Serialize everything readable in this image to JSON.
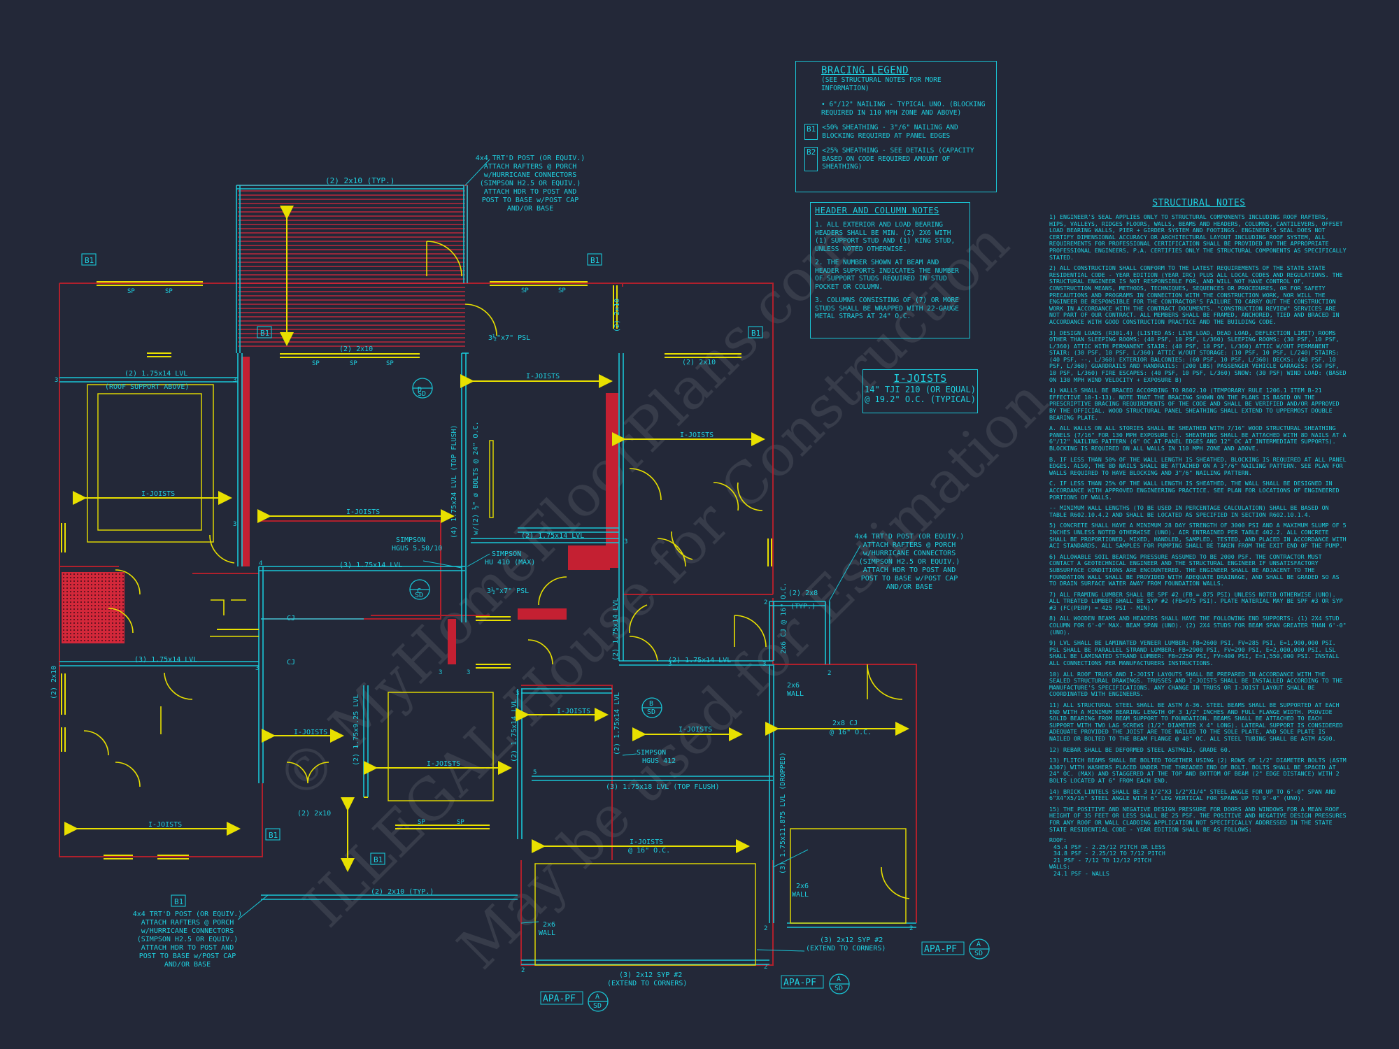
{
  "colors": {
    "background": "#232838",
    "structural": "#19c6d6",
    "dimension": "#e8e000",
    "wall": "#b0202c",
    "hatch": "#d3283a",
    "watermark": "#ffffff"
  },
  "watermark": {
    "line1": "© MyHomeFloorPlans.com",
    "line2": "ILLEGAL House for Construction",
    "line3": "May be used for Estimation"
  },
  "bracing_legend": {
    "title": "BRACING LEGEND",
    "subtitle": "(SEE STRUCTURAL NOTES FOR MORE INFORMATION)",
    "item1": "• 6\"/12\" NAILING - TYPICAL UNO. (BLOCKING REQUIRED IN 110 MPH ZONE AND ABOVE)",
    "item2_tag": "B1",
    "item2": "<50% SHEATHING - 3\"/6\" NAILING AND BLOCKING REQUIRED AT PANEL EDGES",
    "item3_tag": "B2",
    "item3": "<25% SHEATHING - SEE DETAILS (CAPACITY BASED ON CODE REQUIRED AMOUNT OF SHEATHING)"
  },
  "header_notes": {
    "title": "HEADER AND COLUMN NOTES",
    "n1": "1. ALL EXTERIOR AND LOAD BEARING HEADERS SHALL BE MIN. (2) 2x6 WITH (1) SUPPORT STUD AND (1) KING STUD, UNLESS NOTED OTHERWISE.",
    "n2": "2. THE NUMBER SHOWN AT BEAM AND HEADER SUPPORTS INDICATES THE NUMBER OF SUPPORT STUDS REQUIRED IN STUD POCKET OR COLUMN.",
    "n3": "3. COLUMNS CONSISTING OF (7) OR MORE STUDS SHALL BE WRAPPED WITH 22-GAUGE METAL STRAPS AT 24\" O.C."
  },
  "ijoists_box": {
    "title": "I-JOISTS",
    "line1": "14\" TJI 210 (OR EQUAL)",
    "line2": "@ 19.2\" O.C. (TYPICAL)"
  },
  "structural_notes": {
    "title": "STRUCTURAL NOTES",
    "paragraphs": [
      "1) ENGINEER'S SEAL APPLIES ONLY TO STRUCTURAL COMPONENTS INCLUDING ROOF RAFTERS, HIPS, VALLEYS, RIDGES FLOORS, WALLS, BEAMS AND HEADERS, COLUMNS, CANTILEVERS, OFFSET LOAD BEARING WALLS, PIER + GIRDER SYSTEM AND FOOTINGS. ENGINEER'S SEAL DOES NOT CERTIFY DIMENSIONAL ACCURACY OR ARCHITECTURAL LAYOUT INCLUDING ROOF SYSTEM, ALL REQUIREMENTS FOR PROFESSIONAL CERTIFICATION SHALL BE PROVIDED BY THE APPROPRIATE PROFESSIONAL ENGINEERS, P.A. CERTIFIES ONLY THE STRUCTURAL COMPONENTS AS SPECIFICALLY STATED.",
      "2) ALL CONSTRUCTION SHALL CONFORM TO THE LATEST REQUIREMENTS OF THE STATE STATE RESIDENTIAL CODE - YEAR EDITION (YEAR IRC) PLUS ALL LOCAL CODES AND REGULATIONS. THE STRUCTURAL ENGINEER IS NOT RESPONSIBLE FOR, AND WILL NOT HAVE CONTROL OF, CONSTRUCTION MEANS, METHODS, TECHNIQUES, SEQUENCES OR PROCEDURES, OR FOR SAFETY PRECAUTIONS AND PROGRAMS IN CONNECTION WITH THE CONSTRUCTION WORK, NOR WILL THE ENGINEER BE RESPONSIBLE FOR THE CONTRACTOR'S FAILURE TO CARRY OUT THE CONSTRUCTION WORK IN ACCORDANCE WITH THE CONTRACT DOCUMENTS. \"CONSTRUCTION REVIEW\" SERVICES ARE NOT PART OF OUR CONTRACT. ALL MEMBERS SHALL BE FRAMED, ANCHORED, TIED AND BRACED IN ACCORDANCE WITH GOOD CONSTRUCTION PRACTICE AND THE BUILDING CODE.",
      "3) DESIGN LOADS (R301.4) (LISTED AS: LIVE LOAD, DEAD LOAD, DEFLECTION LIMIT) ROOMS OTHER THAN SLEEPING ROOMS: (40 PSF, 10 PSF, L/360) SLEEPING ROOMS: (30 PSF, 10 PSF, L/360) ATTIC WITH PERMANENT STAIR: (40 PSF, 10 PSF, L/360) ATTIC W/OUT PERMANENT STAIR: (30 PSF, 10 PSF, L/360) ATTIC W/OUT STORAGE: (10 PSF, 10 PSF, L/240) STAIRS: (40 PSF, --, L/360) EXTERIOR BALCONIES: (60 PSF, 10 PSF, L/360) DECKS: (40 PSF, 10 PSF, L/360) GUARDRAILS AND HANDRAILS: (200 LBS) PASSENGER VEHICLE GARAGES: (50 PSF, 10 PSF, L/360) FIRE ESCAPES: (40 PSF, 10 PSF, L/360) SNOW: (30 PSF) WIND LOAD: (BASED ON 130 MPH WIND VELOCITY + EXPOSURE B)",
      "4) WALLS SHALL BE BRACED ACCORDING TO R602.10 (TEMPORARY RULE 1206.1 ITEM B-21 EFFECTIVE 10-1-13). NOTE THAT THE BRACING SHOWN ON THE PLANS IS BASED ON THE PRESCRIPTIVE BRACING REQUIREMENTS OF THE CODE AND SHALL BE VERIFIED AND/OR APPROVED BY THE OFFICIAL. WOOD STRUCTURAL PANEL SHEATHING SHALL EXTEND TO UPPERMOST DOUBLE BEARING PLATE.",
      "a. ALL WALLS ON ALL STORIES SHALL BE SHEATHED WITH 7/16\" WOOD STRUCTURAL SHEATHING PANELS (7/16\" FOR 130 MPH EXPOSURE C). SHEATHING SHALL BE ATTACHED WITH 8d NAILS AT A 6\"/12\" NAILING PATTERN (6\" OC AT PANEL EDGES AND 12\" OC AT INTERMEDIATE SUPPORTS). BLOCKING IS REQUIRED ON ALL WALLS IN 110 MPH ZONE AND ABOVE.",
      "b. IF LESS THAN 50% OF THE WALL LENGTH IS SHEATHED, BLOCKING IS REQUIRED AT ALL PANEL EDGES. ALSO, THE 8d NAILS SHALL BE ATTACHED ON A 3\"/6\" NAILING PATTERN. SEE PLAN FOR WALLS REQUIRED TO HAVE BLOCKING AND 3\"/6\" NAILING PATTERN.",
      "c. IF LESS THAN 25% OF THE WALL LENGTH IS SHEATHED, THE WALL SHALL BE DESIGNED IN ACCORDANCE WITH APPROVED ENGINEERING PRACTICE. SEE PLAN FOR LOCATIONS OF ENGINEERED PORTIONS OF WALLS.",
      "-- MINIMUM WALL LENGTHS (TO BE USED IN PERCENTAGE CALCULATION) SHALL BE BASED ON TABLE R602.10.4.2 AND SHALL BE LOCATED AS SPECIFIED IN SECTION R602.10.1.4.",
      "5) CONCRETE SHALL HAVE A MINIMUM 28 DAY STRENGTH OF 3000 PSI AND A MAXIMUM SLUMP OF 5 INCHES UNLESS NOTED OTHERWISE (UNO). AIR ENTRAINED PER TABLE 402.2. ALL CONCRETE SHALL BE PROPORTIONED, MIXED, HANDLED, SAMPLED, TESTED, AND PLACED IN ACCORDANCE WITH ACI STANDARDS. ALL SAMPLES FOR PUMPING SHALL BE TAKEN FROM THE EXIT END OF THE PUMP.",
      "6) ALLOWABLE SOIL BEARING PRESSURE ASSUMED TO BE 2000 PSF. THE CONTRACTOR MUST CONTACT A GEOTECHNICAL ENGINEER AND THE STRUCTURAL ENGINEER IF UNSATISFACTORY SUBSURFACE CONDITIONS ARE ENCOUNTERED. THE ENGINEER SHALL BE ADJACENT TO THE FOUNDATION WALL SHALL BE PROVIDED WITH ADEQUATE DRAINAGE, AND SHALL BE GRADED SO AS TO DRAIN SURFACE WATER AWAY FROM FOUNDATION WALLS.",
      "7) ALL FRAMING LUMBER SHALL BE SPF #2 (Fb = 875 PSI) UNLESS NOTED OTHERWISE (UNO). ALL TREATED LUMBER SHALL BE SYP #2 (Fb=975 PSI). PLATE MATERIAL MAY BE SPF #3 OR SYP #3 (Fc(perp) = 425 PSI - MIN).",
      "8) ALL WOODEN BEAMS AND HEADERS SHALL HAVE THE FOLLOWING END SUPPORTS: (1) 2x4 STUD COLUMN FOR 6'-0\" MAX. BEAM SPAN (UNO). (2) 2x4 STUDS FOR BEAM SPAN GREATER THAN 6'-0\" (UNO).",
      "9) LVL SHALL BE LAMINATED VENEER LUMBER: Fb=2600 PSI, Fv=285 PSI, E=1,900,000 PSI. PSL SHALL BE PARALLEL STRAND LUMBER: Fb=2900 PSI, Fv=290 PSI, E=2,000,000 PSI. LSL SHALL BE LAMINATED STRAND LUMBER: Fb=2250 PSI, Fv=400 PSI, E=1,550,000 PSI. INSTALL ALL CONNECTIONS PER MANUFACTURERS INSTRUCTIONS.",
      "10) ALL ROOF TRUSS AND I-JOIST LAYOUTS SHALL BE PREPARED IN ACCORDANCE WITH THE SEALED STRUCTURAL DRAWINGS. TRUSSES AND I-JOISTS SHALL BE INSTALLED ACCORDING TO THE MANUFACTURE'S SPECIFICATIONS. ANY CHANGE IN TRUSS OR I-JOIST LAYOUT SHALL BE COORDINATED WITH ENGINEERS.",
      "11) ALL STRUCTURAL STEEL SHALL BE ASTM A-36. STEEL BEAMS SHALL BE SUPPORTED AT EACH END WITH A MINIMUM BEARING LENGTH OF 3 1/2\" INCHES AND FULL FLANGE WIDTH. PROVIDE SOLID BEARING FROM BEAM SUPPORT TO FOUNDATION. BEAMS SHALL BE ATTACHED TO EACH SUPPORT WITH TWO LAG SCREWS (1/2\" DIAMETER x 4\" LONG). LATERAL SUPPORT IS CONSIDERED ADEQUATE PROVIDED THE JOIST ARE TOE NAILED TO THE SOLE PLATE, AND SOLE PLATE IS NAILED OR BOLTED TO THE BEAM FLANGE @ 48\" OC. ALL STEEL TUBING SHALL BE ASTM A500.",
      "12) REBAR SHALL BE DEFORMED STEEL ASTM615, GRADE 60.",
      "13) FLITCH BEAMS SHALL BE BOLTED TOGETHER USING (2) ROWS OF 1/2\" DIAMETER BOLTS (ASTM A307) WITH WASHERS PLACED UNDER THE THREADED END OF BOLT. BOLTS SHALL BE SPACED AT 24\" OC. (MAX) AND STAGGERED AT THE TOP AND BOTTOM OF BEAM (2\" EDGE DISTANCE) WITH 2 BOLTS LOCATED AT 6\" FROM EACH END.",
      "14) BRICK LINTELS SHALL BE 3 1/2\"x3 1/2\"x1/4\" STEEL ANGLE FOR UP TO 6'-0\" SPAN AND 6\"x4\"x5/16\" STEEL ANGLE WITH 6\" LEG VERTICAL FOR SPANS UP TO 9'-0\" (UNO).",
      "15) THE POSITIVE AND NEGATIVE DESIGN PRESSURE FOR DOORS AND WINDOWS FOR A MEAN ROOF HEIGHT OF 35 FEET OR LESS SHALL BE 25 PSF. THE POSITIVE AND NEGATIVE DESIGN PRESSURES FOR ANY ROOF OR WALL CLADDING APPLICATION NOT SPECIFICALLY ADDRESSED IN THE STATE STATE RESIDENTIAL CODE - YEAR EDITION SHALL BE AS FOLLOWS:"
    ],
    "roof_label": "ROOF:",
    "roof_lines": [
      "45.4 PSF - 2.25/12 PITCH OR LESS",
      "34.8 PSF - 2.25/12 TO 7/12 PITCH",
      "21 PSF - 7/12 TO 12/12 PITCH"
    ],
    "walls_label": "WALLS:",
    "walls_lines": [
      "24.1 PSF - WALLS"
    ]
  },
  "plan_labels": {
    "porch_top_header": "(2) 2x10 (TYP.)",
    "post_note_top": [
      "4x4 TRT'D POST (OR EQUIV.)",
      "ATTACH RAFTERS @ PORCH",
      "w/HURRICANE CONNECTORS",
      "(SIMPSON H2.5 OR EQUIV.)",
      "ATTACH HDR TO POST AND",
      "POST TO BASE w/POST CAP",
      "AND/OR BASE"
    ],
    "post_note_right": [
      "4x4 TRT'D POST (OR EQUIV.)",
      "ATTACH RAFTERS @ PORCH",
      "w/HURRICANE CONNECTORS",
      "(SIMPSON H2.5 OR EQUIV.)",
      "ATTACH HDR TO POST AND",
      "POST TO BASE w/POST CAP",
      "AND/OR BASE"
    ],
    "post_note_bottom": [
      "4x4 TRT'D POST (OR EQUIV.)",
      "ATTACH RAFTERS @ PORCH",
      "w/HURRICANE CONNECTORS",
      "(SIMPSON H2.5 OR EQUIV.)",
      "ATTACH HDR TO POST AND",
      "POST TO BASE w/POST CAP",
      "AND/OR BASE"
    ],
    "b1": "B1",
    "sp": "SP",
    "hdr_2x10": "(2) 2x10",
    "lvl_175x14_left": "(2) 1.75x14 LVL",
    "roof_support": "(ROOF SUPPORT ABOVE)",
    "psl_1": "3½\"x7\" PSL",
    "psl_2": "3½\"x7\" PSL",
    "ij": "I-JOISTS",
    "ij_16": "@ 16\" O.C.",
    "lvl_vertical": "(4) 1.75x24 LVL (TOP FLUSH)",
    "bolts_vertical": "w/(2) ½\" ø BOLTS @ 24\" O.C.",
    "simpson_hgus": [
      "SIMPSON",
      "HGUS 5.50/10"
    ],
    "simpson_hu": [
      "SIMPSON",
      "HU 410 (MAX)"
    ],
    "lvl_3_175x14": "(3) 1.75x14 LVL",
    "lvl_2_175x14": "(2) 1.75x14 LVL",
    "lvl_2_175x14_b": "(2) 1.75x14 LVL",
    "lvl_3_175x14_b": "(3) 1.75x14 LVL",
    "cj": "CJ",
    "cj_2x8": "2x8 CJ",
    "cj_16": "@ 16\" O.C.",
    "hdr_2x8": "(2) 2x8",
    "typ": "(TYP.)",
    "cj_vert": "2x6 CJ @ 16\" O.C.",
    "wall_2x6": [
      "2x6",
      "WALL"
    ],
    "lvl_9_25": "(2) 1.75x9.25 LVL",
    "lvl_14_v": "(2) 1.75x14 LVL",
    "lvl_14_v2": "(2) 1.75x14 LVL",
    "lvl_14_v3": "(2) 1.75x14 LVL",
    "lvl_18": "(3) 1.75x18 LVL (TOP FLUSH)",
    "simpson_hgus412": [
      "SIMPSON",
      "HGUS 412"
    ],
    "lvl_dropped": "(3) 1.75x11.875 LVL (DROPPED)",
    "porch_bottom": "(2) 2x10 (TYP.)",
    "syp_bottom": "(3) 2x12 SYP #2",
    "extend": "(EXTEND TO CORNERS)",
    "syp_right": "(3) 2x12 SYP #2",
    "extend_r": "(EXTEND TO CORNERS)",
    "apa": "APA-PF",
    "d": "D",
    "c": "C",
    "b": "B",
    "a": "A",
    "sd": "SD",
    "num3": "3",
    "num2": "2",
    "num4": "4",
    "num5": "5"
  }
}
